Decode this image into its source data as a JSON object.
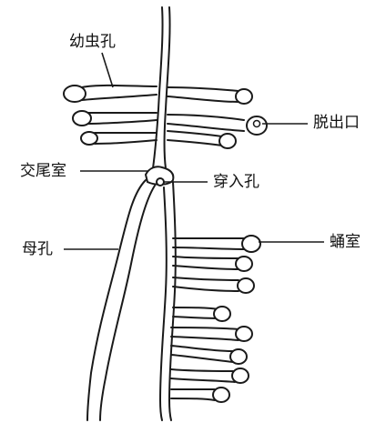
{
  "diagram": {
    "labels": {
      "larval_gallery": "幼虫孔",
      "exit_hole": "脱出口",
      "nuptial_chamber": "交尾室",
      "entrance_hole": "穿入孔",
      "maternal_gallery": "母孔",
      "pupal_chamber": "蛹室"
    },
    "colors": {
      "line": "#1a1a1a",
      "background": "#ffffff"
    }
  }
}
